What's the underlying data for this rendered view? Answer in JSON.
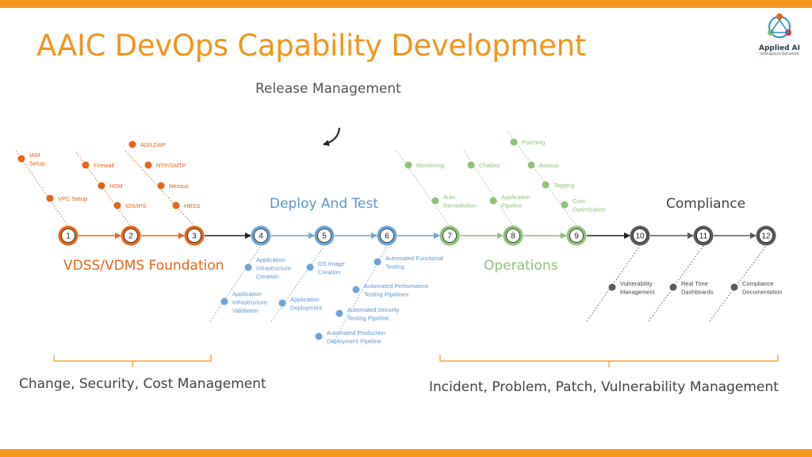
{
  "title": "AAIC DevOps Capability Development",
  "logo": {
    "name": "Applied AI",
    "tagline": "Intelligence Delivered"
  },
  "release_label": "Release Management",
  "colors": {
    "orange": "#e3661c",
    "blue": "#6fa3d6",
    "green": "#8fc27a",
    "gray": "#5a5a5a",
    "accent": "#f39a1e"
  },
  "phases": [
    {
      "label": "VDSS/VDMS Foundation",
      "color": "#e3661c"
    },
    {
      "label": "Deploy And Test",
      "color": "#5b95cf"
    },
    {
      "label": "Operations",
      "color": "#8fc27a"
    },
    {
      "label": "Compliance",
      "color": "#444444"
    }
  ],
  "steps": [
    {
      "n": "1",
      "color": "orange"
    },
    {
      "n": "2",
      "color": "orange"
    },
    {
      "n": "3",
      "color": "orange"
    },
    {
      "n": "4",
      "color": "blue"
    },
    {
      "n": "5",
      "color": "blue"
    },
    {
      "n": "6",
      "color": "blue"
    },
    {
      "n": "7",
      "color": "green"
    },
    {
      "n": "8",
      "color": "green"
    },
    {
      "n": "9",
      "color": "green"
    },
    {
      "n": "10",
      "color": "gray"
    },
    {
      "n": "11",
      "color": "gray"
    },
    {
      "n": "12",
      "color": "gray"
    }
  ],
  "items": {
    "step1": [
      "IAM\nSetup",
      "VPC Setup"
    ],
    "step2": [
      "Firewall",
      "HSM",
      "IDS/IPS"
    ],
    "step3": [
      "AD/LDAP",
      "NTP/SMTP",
      "Nessus",
      "HBSS"
    ],
    "step4": [
      "Application\nInfrastructure\nCreation",
      "Application\nInfrastructure\nValidation"
    ],
    "step5": [
      "OS Image\nCreation",
      "Application\nDeployment"
    ],
    "step6": [
      "Automated Functional\nTesting",
      "Automated Performance\nTesting Pipelines",
      "Automated Security\nTesting Pipeline",
      "Automated Production\nDeployment Pipeline"
    ],
    "step7": [
      "Monitoring",
      "Auto\nRemediation"
    ],
    "step8": [
      "Chatbot",
      "Application\nPipeline"
    ],
    "step9": [
      "Patching",
      "Backup",
      "Tagging",
      "Cost\nOptimization"
    ],
    "step10": [
      "Vulnerability\nManagement"
    ],
    "step11": [
      "Real Time\nDashboards"
    ],
    "step12": [
      "Compliance\nDocumentation"
    ]
  },
  "bottom_labels": {
    "left": "Change, Security, Cost Management",
    "right": "Incident, Problem, Patch, Vulnerability Management"
  }
}
